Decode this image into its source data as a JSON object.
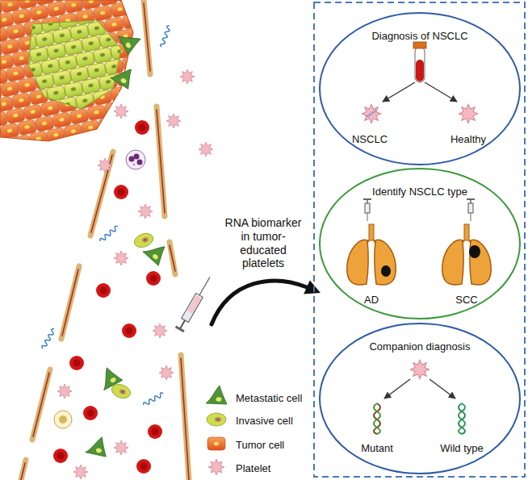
{
  "diagram": {
    "nodes": [
      {
        "text": [
          "Diagnosis of NSCLC",
          "NSCLC",
          "Healthy"
        ]
      },
      {
        "text": [
          "Identify NSCLC type",
          "AD",
          "SCC"
        ]
      },
      {
        "text": [
          "Companion diagnosis",
          "Mutant",
          "Wild type"
        ]
      }
    ],
    "labels": [
      "RNA biomarker in tumor-educated platelets"
    ],
    "legend": [
      {
        "text": "Metastatic cell"
      },
      {
        "text": "Invasive cell"
      },
      {
        "text": "Tumor cell"
      },
      {
        "text": "Platelet"
      }
    ]
  }
}
